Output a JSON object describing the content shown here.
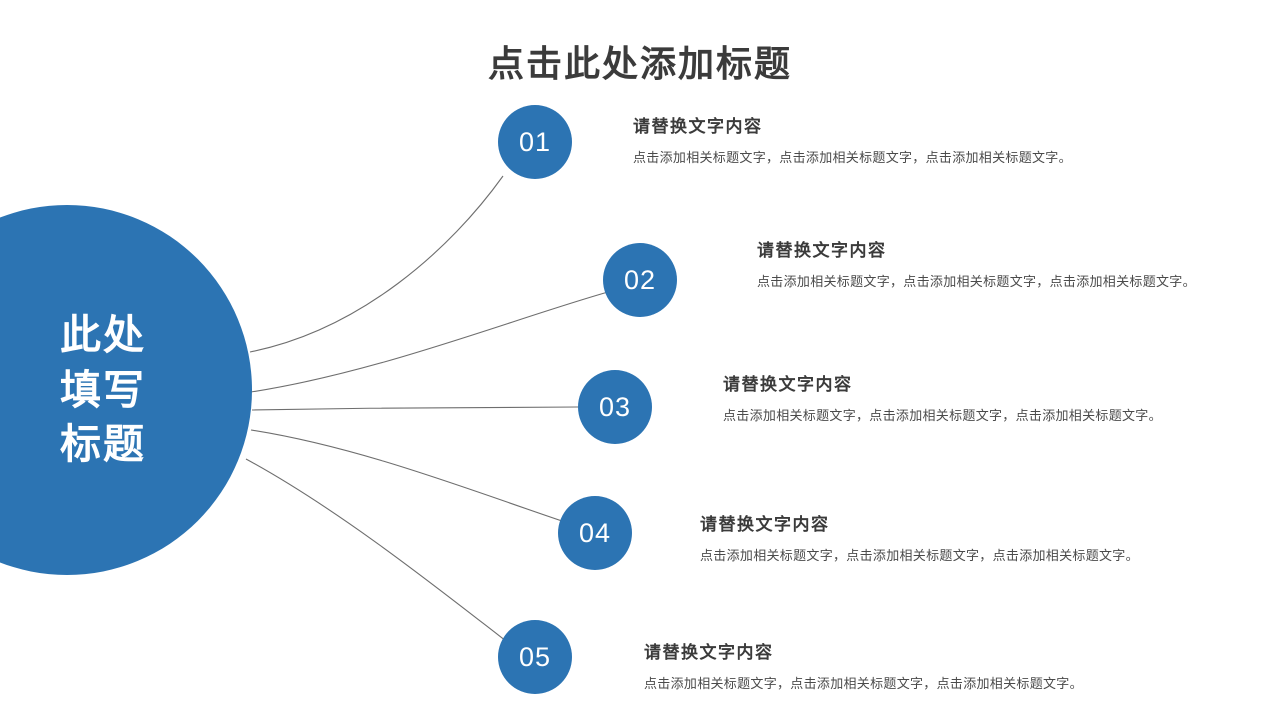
{
  "slide": {
    "title": "点击此处添加标题",
    "background_color": "#FFFFFF",
    "accent_color": "#2C74B3",
    "text_color": "#3B3B3B",
    "connector_color": "#6E6E6E"
  },
  "hub": {
    "lines": [
      "此处",
      "填写",
      "标题"
    ],
    "text_color": "#FFFFFF",
    "fill_color": "#2C74B3"
  },
  "items": [
    {
      "number": "01",
      "heading": "请替换文字内容",
      "body": "点击添加相关标题文字，点击添加相关标题文字，点击添加相关标题文字。"
    },
    {
      "number": "02",
      "heading": "请替换文字内容",
      "body": "点击添加相关标题文字，点击添加相关标题文字，点击添加相关标题文字。"
    },
    {
      "number": "03",
      "heading": "请替换文字内容",
      "body": "点击添加相关标题文字，点击添加相关标题文字，点击添加相关标题文字。"
    },
    {
      "number": "04",
      "heading": "请替换文字内容",
      "body": "点击添加相关标题文字，点击添加相关标题文字，点击添加相关标题文字。"
    },
    {
      "number": "05",
      "heading": "请替换文字内容",
      "body": "点击添加相关标题文字，点击添加相关标题文字，点击添加相关标题文字。"
    }
  ]
}
